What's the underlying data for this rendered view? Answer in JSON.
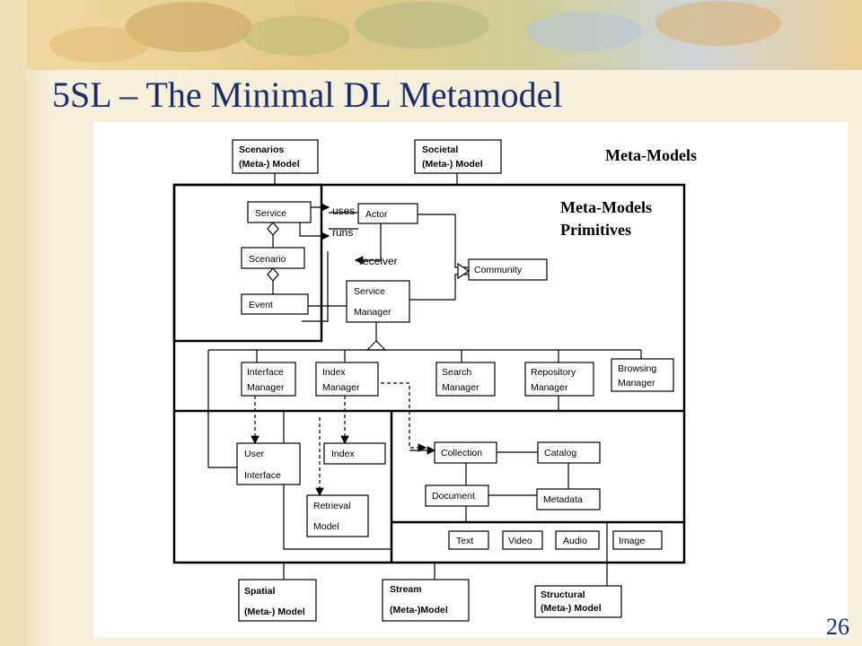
{
  "slide": {
    "title": "5SL – The Minimal DL Metamodel",
    "page_number": "26"
  },
  "diagram": {
    "section_labels": {
      "meta_models": "Meta-Models",
      "primitives_line1": "Meta-Models",
      "primitives_line2": "Primitives"
    },
    "meta_models": {
      "scenarios": [
        "Scenarios",
        "(Meta-) Model"
      ],
      "societal": [
        "Societal",
        "(Meta-) Model"
      ],
      "spatial": [
        "Spatial",
        "(Meta-) Model"
      ],
      "stream": [
        "Stream",
        "(Meta-)Model"
      ],
      "structural": [
        "Structural",
        "(Meta-) Model"
      ]
    },
    "primitives": {
      "service": "Service",
      "scenario": "Scenario",
      "event": "Event",
      "actor": "Actor",
      "community": "Community",
      "service_manager": [
        "Service",
        "Manager"
      ],
      "interface_manager": [
        "Interface",
        "Manager"
      ],
      "index_manager": [
        "Index",
        "Manager"
      ],
      "search_manager": [
        "Search",
        "Manager"
      ],
      "repository_manager": [
        "Repository",
        "Manager"
      ],
      "browsing_manager": [
        "Browsing",
        "Manager"
      ],
      "user_interface": [
        "User",
        "Interface"
      ],
      "index": "Index",
      "retrieval_model": [
        "Retrieval",
        "Model"
      ],
      "collection": "Collection",
      "catalog": "Catalog",
      "document": "Document",
      "metadata": "Metadata",
      "text": "Text",
      "video": "Video",
      "audio": "Audio",
      "image": "Image"
    },
    "relations": {
      "uses": "uses",
      "runs": "runs",
      "receiver": "receiver"
    }
  }
}
